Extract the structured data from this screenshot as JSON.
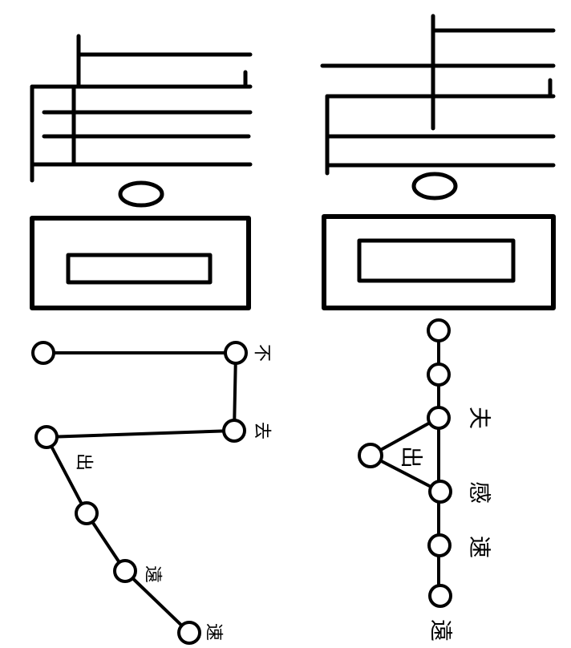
{
  "colors": {
    "ink": "#000000",
    "paper": "#ffffff"
  },
  "left_diagram": {
    "glyph": {
      "icon": "seal-script-glyph"
    },
    "nodes": [
      {
        "id": "L1",
        "label": ""
      },
      {
        "id": "L2",
        "label": "不"
      },
      {
        "id": "L3",
        "label": "去"
      },
      {
        "id": "L4",
        "label": "出"
      },
      {
        "id": "L5",
        "label": ""
      },
      {
        "id": "L6",
        "label": "遠"
      },
      {
        "id": "L7",
        "label": "速"
      }
    ]
  },
  "right_diagram": {
    "glyph": {
      "icon": "seal-script-glyph"
    },
    "nodes": [
      {
        "id": "R1",
        "label": ""
      },
      {
        "id": "R2",
        "label": ""
      },
      {
        "id": "R3",
        "label": "夫"
      },
      {
        "id": "R4",
        "label": "出"
      },
      {
        "id": "R5",
        "label": "感"
      },
      {
        "id": "R6",
        "label": "速"
      },
      {
        "id": "R7",
        "label": "遠"
      }
    ]
  }
}
